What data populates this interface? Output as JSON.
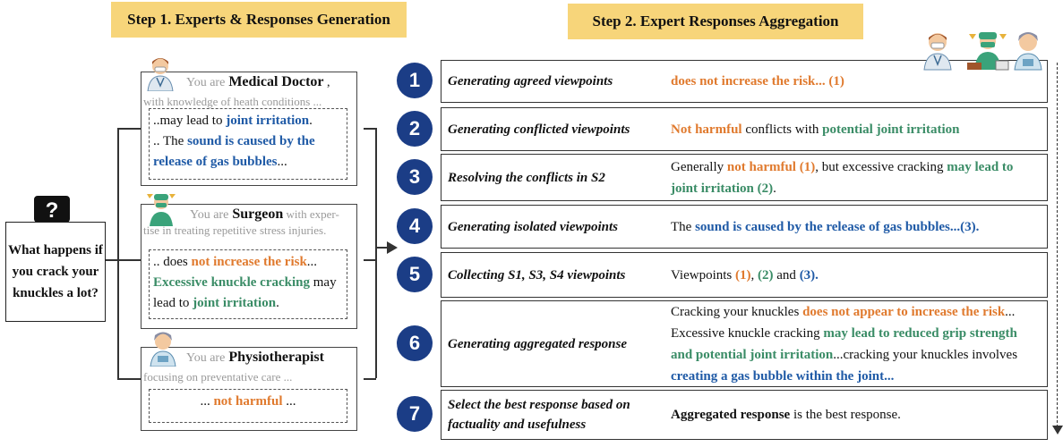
{
  "header": {
    "step1": "Step 1. Experts & Responses Generation",
    "step2": "Step 2. Expert Responses Aggregation"
  },
  "question": {
    "icon": "?",
    "text": "What happens if you crack your knuckles a lot?"
  },
  "experts": [
    {
      "you_are": "You are",
      "role": "Medical Doctor",
      "role_suffix": " ,",
      "desc": "with knowledge of heath conditions ...",
      "lines": [
        [
          [
            "..may lead to ",
            "n"
          ],
          [
            "joint irritation",
            "bl"
          ],
          [
            ".",
            "n"
          ]
        ],
        [
          [
            ".. The ",
            "n"
          ],
          [
            "sound is caused by the release of gas bubbles",
            "bl"
          ],
          [
            "...",
            "n"
          ]
        ]
      ]
    },
    {
      "you_are": "You are",
      "role": "Surgeon",
      "role_suffix": "",
      "desc": " with exper- tise in treating repetitive stress injuries.",
      "lines": [
        [
          [
            ".. does ",
            "n"
          ],
          [
            "not increase the risk",
            "or"
          ],
          [
            "...",
            "n"
          ]
        ],
        [
          [
            "Excessive knuckle cracking",
            "gr"
          ],
          [
            " may lead to ",
            "n"
          ],
          [
            "joint irritation",
            "gr"
          ],
          [
            ".",
            "n"
          ]
        ]
      ]
    },
    {
      "you_are": "You are",
      "role": "Physiotherapist",
      "role_suffix": "",
      "desc": "focusing on preventative care ...",
      "lines": [
        [
          [
            "... ",
            "n"
          ],
          [
            "not harmful",
            "or"
          ],
          [
            " ...",
            "n"
          ]
        ]
      ]
    }
  ],
  "steps": [
    {
      "num": "1",
      "title": "Generating agreed viewpoints",
      "text": [
        [
          "does not increase the risk... (1)",
          "or"
        ]
      ]
    },
    {
      "num": "2",
      "title": "Generating conflicted viewpoints",
      "text": [
        [
          "Not harmful",
          "or"
        ],
        [
          " conflicts with ",
          "n"
        ],
        [
          "potential joint irritation",
          "gr"
        ]
      ]
    },
    {
      "num": "3",
      "title": "Resolving the conflicts in S2",
      "text": [
        [
          "Generally ",
          "n"
        ],
        [
          "not harmful (1)",
          "or"
        ],
        [
          ", but excessive cracking ",
          "n"
        ],
        [
          "may lead to joint irritation (2)",
          "gr"
        ],
        [
          ".",
          "n"
        ]
      ]
    },
    {
      "num": "4",
      "title": "Generating isolated viewpoints",
      "text": [
        [
          "The ",
          "n"
        ],
        [
          "sound is caused by the release of gas bubbles...(3).",
          "bl"
        ]
      ]
    },
    {
      "num": "5",
      "title": "Collecting S1, S3, S4 viewpoints",
      "text": [
        [
          "Viewpoints ",
          "n"
        ],
        [
          "(1)",
          "or"
        ],
        [
          ", ",
          "n"
        ],
        [
          "(2)",
          "gr"
        ],
        [
          " and ",
          "n"
        ],
        [
          "(3).",
          "bl"
        ]
      ]
    },
    {
      "num": "6",
      "title": "Generating aggregated response",
      "text": [
        [
          "Cracking your knuckles ",
          "n"
        ],
        [
          "does not appear to increase the risk",
          "or"
        ],
        [
          "... Excessive knuckle cracking ",
          "n"
        ],
        [
          "may lead to reduced grip strength and potential joint irritation",
          "gr"
        ],
        [
          "...cracking your knuckles involves ",
          "n"
        ],
        [
          "creating a gas bubble within the joint...",
          "bl"
        ]
      ]
    },
    {
      "num": "7",
      "title": "Select the best response based on factuality and usefulness",
      "text": [
        [
          "Aggregated response",
          "b"
        ],
        [
          " is the best response.",
          "n"
        ]
      ]
    }
  ],
  "colors": {
    "orange": "#e07a2e",
    "green": "#3a8c66",
    "blue": "#1f5aa6",
    "circle": "#1b3d86",
    "header_bg": "#f7d57a"
  },
  "icons": [
    "question-mark-icon",
    "doctor-avatar-icon",
    "surgeon-avatar-icon",
    "physiotherapist-avatar-icon"
  ]
}
